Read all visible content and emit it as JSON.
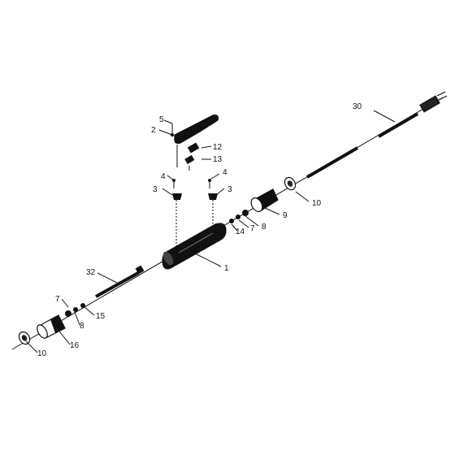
{
  "diagram": {
    "callouts": [
      {
        "id": "c5",
        "label": "5"
      },
      {
        "id": "c2",
        "label": "2"
      },
      {
        "id": "c12",
        "label": "12"
      },
      {
        "id": "c13",
        "label": "13"
      },
      {
        "id": "c4a",
        "label": "4"
      },
      {
        "id": "c3a",
        "label": "3"
      },
      {
        "id": "c4b",
        "label": "4"
      },
      {
        "id": "c3b",
        "label": "3"
      },
      {
        "id": "c30",
        "label": "30"
      },
      {
        "id": "c10a",
        "label": "10"
      },
      {
        "id": "c9",
        "label": "9"
      },
      {
        "id": "c7a",
        "label": "7"
      },
      {
        "id": "c8a",
        "label": "8"
      },
      {
        "id": "c14",
        "label": "14"
      },
      {
        "id": "c1",
        "label": "1"
      },
      {
        "id": "c32",
        "label": "32"
      },
      {
        "id": "c7b",
        "label": "7"
      },
      {
        "id": "c15",
        "label": "15"
      },
      {
        "id": "c8b",
        "label": "8"
      },
      {
        "id": "c16",
        "label": "16"
      },
      {
        "id": "c10b",
        "label": "10"
      }
    ]
  }
}
